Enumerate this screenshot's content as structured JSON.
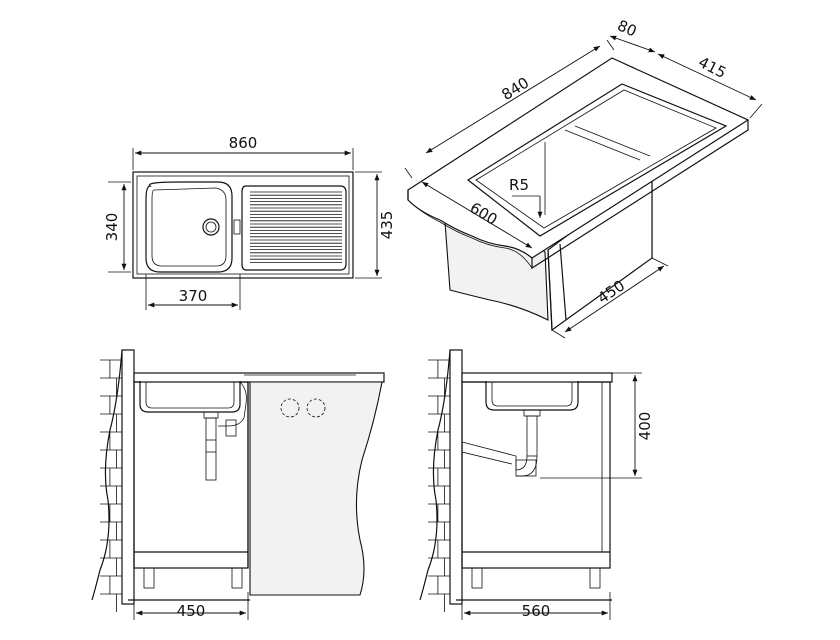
{
  "drawing": {
    "top_view": {
      "overall_width": "860",
      "overall_depth": "435",
      "bowl_depth": "340",
      "bowl_width": "370"
    },
    "iso_view": {
      "length": "840",
      "front_edge": "80",
      "depth": "415",
      "cabinet_width": "600",
      "corner_radius": "R5",
      "cabinet_depth": "450"
    },
    "front_view": {
      "width": "450"
    },
    "side_view": {
      "height": "400",
      "depth": "560"
    }
  }
}
